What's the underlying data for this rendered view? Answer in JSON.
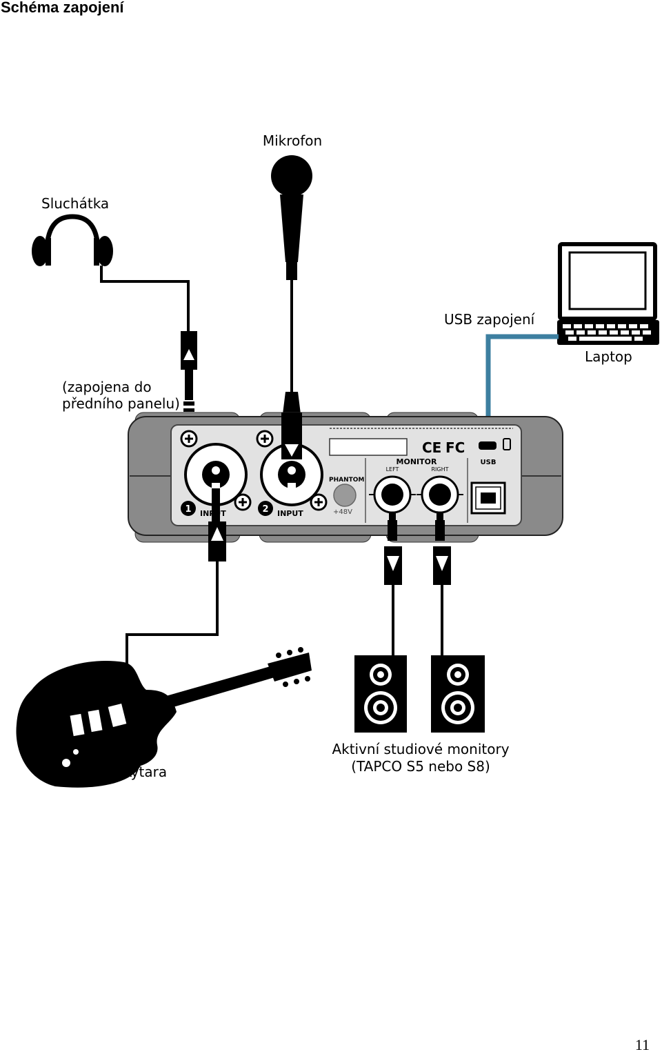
{
  "page": {
    "title": "Schéma zapojení",
    "page_number": "11"
  },
  "labels": {
    "microphone": "Mikrofon",
    "headphones": "Sluchátka",
    "usb": "USB zapojení",
    "laptop": "Laptop",
    "front_panel_line1": "(zapojena do",
    "front_panel_line2": "předního panelu)",
    "guitar": "Kytara",
    "monitors_line1": "Aktivní studiové monitory",
    "monitors_line2": "(TAPCO S5 nebo S8)"
  },
  "device": {
    "input_num_1": "1",
    "input_num_2": "2",
    "input_label": "INPUT",
    "phantom": "PHANTOM",
    "phantom_voltage": "+48V",
    "monitor": "MONITOR",
    "left": "LEFT",
    "right": "RIGHT",
    "usb": "USB",
    "ce_mark": "CE",
    "fc_mark": "FC"
  },
  "colors": {
    "usb_cable": "#3d7fa0",
    "panel_gray": "#8a8a8a",
    "inner_panel": "#e2e2e2"
  }
}
